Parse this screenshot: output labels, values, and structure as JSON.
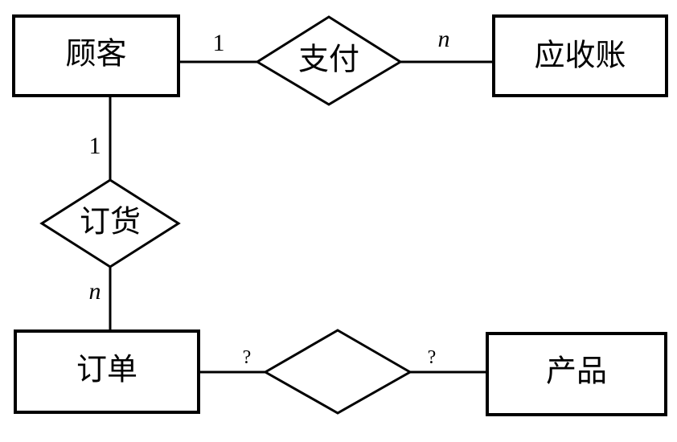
{
  "diagram": {
    "entities": {
      "customer": "顾客",
      "receivable": "应收账",
      "order": "订单",
      "product": "产品"
    },
    "relationships": {
      "pay": "支付",
      "place_order": "订货",
      "order_product": ""
    },
    "cardinalities": {
      "customer_pay": "1",
      "pay_receivable": "n",
      "customer_place_order": "1",
      "place_order_order": "n",
      "order_unknown": "?",
      "product_unknown": "?"
    }
  }
}
